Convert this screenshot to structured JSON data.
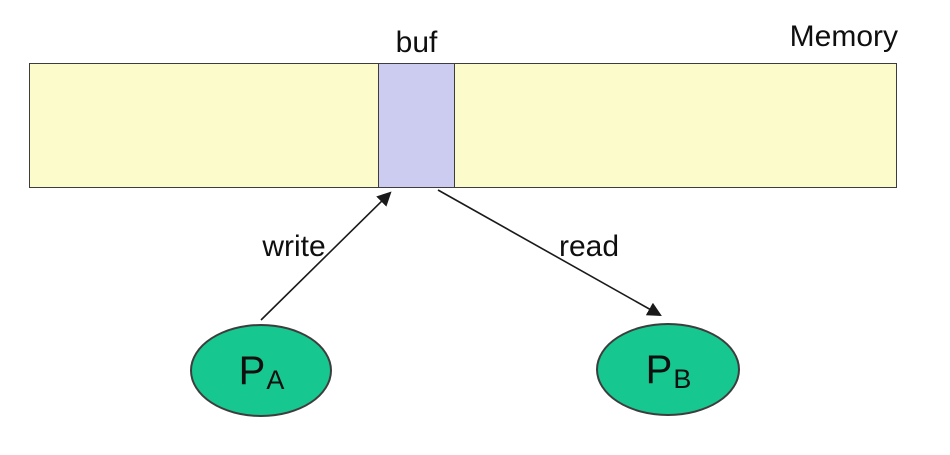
{
  "diagram": {
    "memory_label": "Memory",
    "buffer_label": "buf",
    "write_label": "write",
    "read_label": "read",
    "process_a": {
      "name": "P",
      "subscript": "A"
    },
    "process_b": {
      "name": "P",
      "subscript": "B"
    }
  },
  "colors": {
    "memory-fill": "#FBFBCB",
    "buf-fill": "#CCCCF0",
    "process-fill": "#17C790",
    "outline": "#3D3D3D",
    "arrow": "#1A1A1A"
  }
}
